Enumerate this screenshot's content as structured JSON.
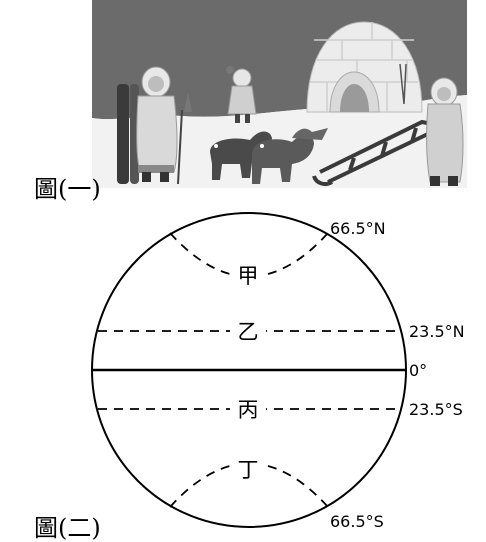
{
  "figure1": {
    "label": "圖(一)"
  },
  "figure2": {
    "label": "圖(二)",
    "latitudes": [
      "66.5°N",
      "23.5°N",
      "0°",
      "23.5°S",
      "66.5°S"
    ],
    "zones": [
      "甲",
      "乙",
      "丙",
      "丁"
    ]
  },
  "colors": {
    "sky": "#6b6b6b",
    "snow": "#f2f2f2",
    "coat": "#d9d9d9",
    "line": "#000000"
  },
  "icons": [
    "igloo-icon",
    "eskimo-person-icon",
    "sled-dog-icon",
    "dog-sled-icon",
    "child-icon"
  ]
}
